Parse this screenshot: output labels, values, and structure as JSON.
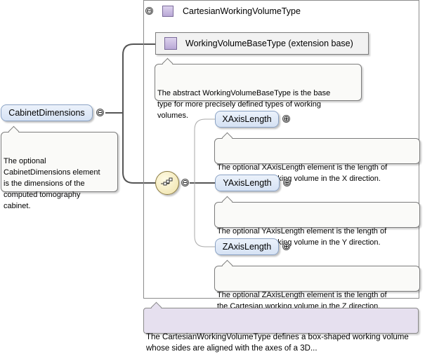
{
  "type": {
    "name": "CartesianWorkingVolumeType",
    "toggle": "⊖",
    "annotation": "The CartesianWorkingVolumeType defines a box-shaped working volume whose sides are aligned with the axes of a 3D..."
  },
  "base": {
    "name": "WorkingVolumeBaseType (extension base)",
    "annotation": "The abstract WorkingVolumeBaseType is the base\ntype for more precisely defined types of working\nvolumes."
  },
  "root": {
    "name": "CabinetDimensions",
    "toggle": "⊖",
    "annotation": "The optional\nCabinetDimensions element\nis the dimensions of the\ncomputed tomography\ncabinet."
  },
  "sequence": {
    "toggle": "⊖"
  },
  "children": [
    {
      "name": "XAxisLength",
      "toggle": "⊕",
      "annotation": "The optional XAxisLength element is the length of\nthe Cartesian working volume in the X direction."
    },
    {
      "name": "YAxisLength",
      "toggle": "⊕",
      "annotation": "The optional YAxisLength element is the length of\nthe Cartesian working volume in the Y direction."
    },
    {
      "name": "ZAxisLength",
      "toggle": "⊕",
      "annotation": "The optional ZAxisLength element is the length of\nthe Cartesian working volume in the Z direction."
    }
  ],
  "colors": {
    "element_fill": "#d6e2f4",
    "type_icon": "#b9a8d6",
    "annotation_purple": "#e6e0ef",
    "sequence_fill": "#efe2a8"
  }
}
